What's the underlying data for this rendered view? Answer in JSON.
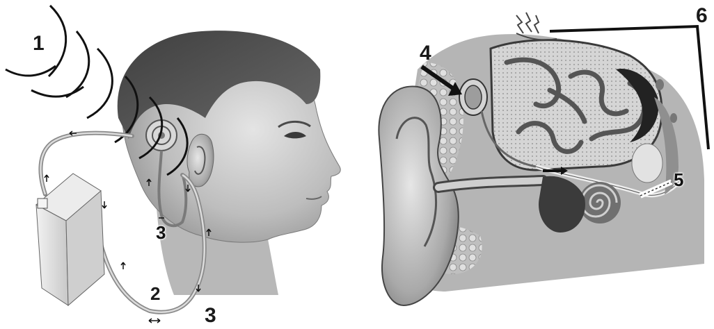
{
  "callouts": {
    "c1": "1",
    "c2": "2",
    "c3a": "3",
    "c3b": "3",
    "c4": "4",
    "c5": "5",
    "c6": "6"
  },
  "colors": {
    "background": "#ffffff",
    "ink": "#1a1a1a",
    "hair": "#5e5e5e",
    "skin": "#c9c9c9",
    "skin_shadow": "#9a9a9a",
    "brain": "#d9d9d9",
    "brain_fold": "#6f6f6f",
    "tissue": "#bdbdbd"
  }
}
